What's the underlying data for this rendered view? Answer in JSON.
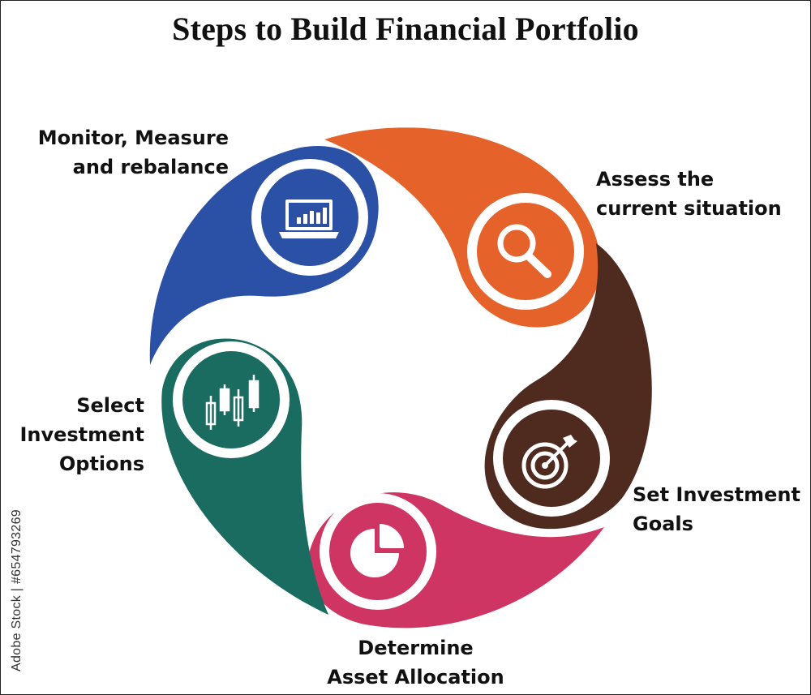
{
  "title": "Steps to Build Financial Portfolio",
  "steps": [
    {
      "label": "Assess the\ncurrent situation",
      "color": "#e5622a",
      "icon": "magnifier-icon"
    },
    {
      "label": "Set Investment\nGoals",
      "color": "#4e2a1f",
      "icon": "target-icon"
    },
    {
      "label": "Determine\nAsset Allocation",
      "color": "#cf3562",
      "icon": "pie-chart-icon"
    },
    {
      "label": "Select\nInvestment\nOptions",
      "color": "#1a6b60",
      "icon": "candlestick-chart-icon"
    },
    {
      "label": "Monitor, Measure\nand rebalance",
      "color": "#2b51a6",
      "icon": "laptop-chart-icon"
    }
  ],
  "stock_id": "Adobe Stock | #654793269"
}
